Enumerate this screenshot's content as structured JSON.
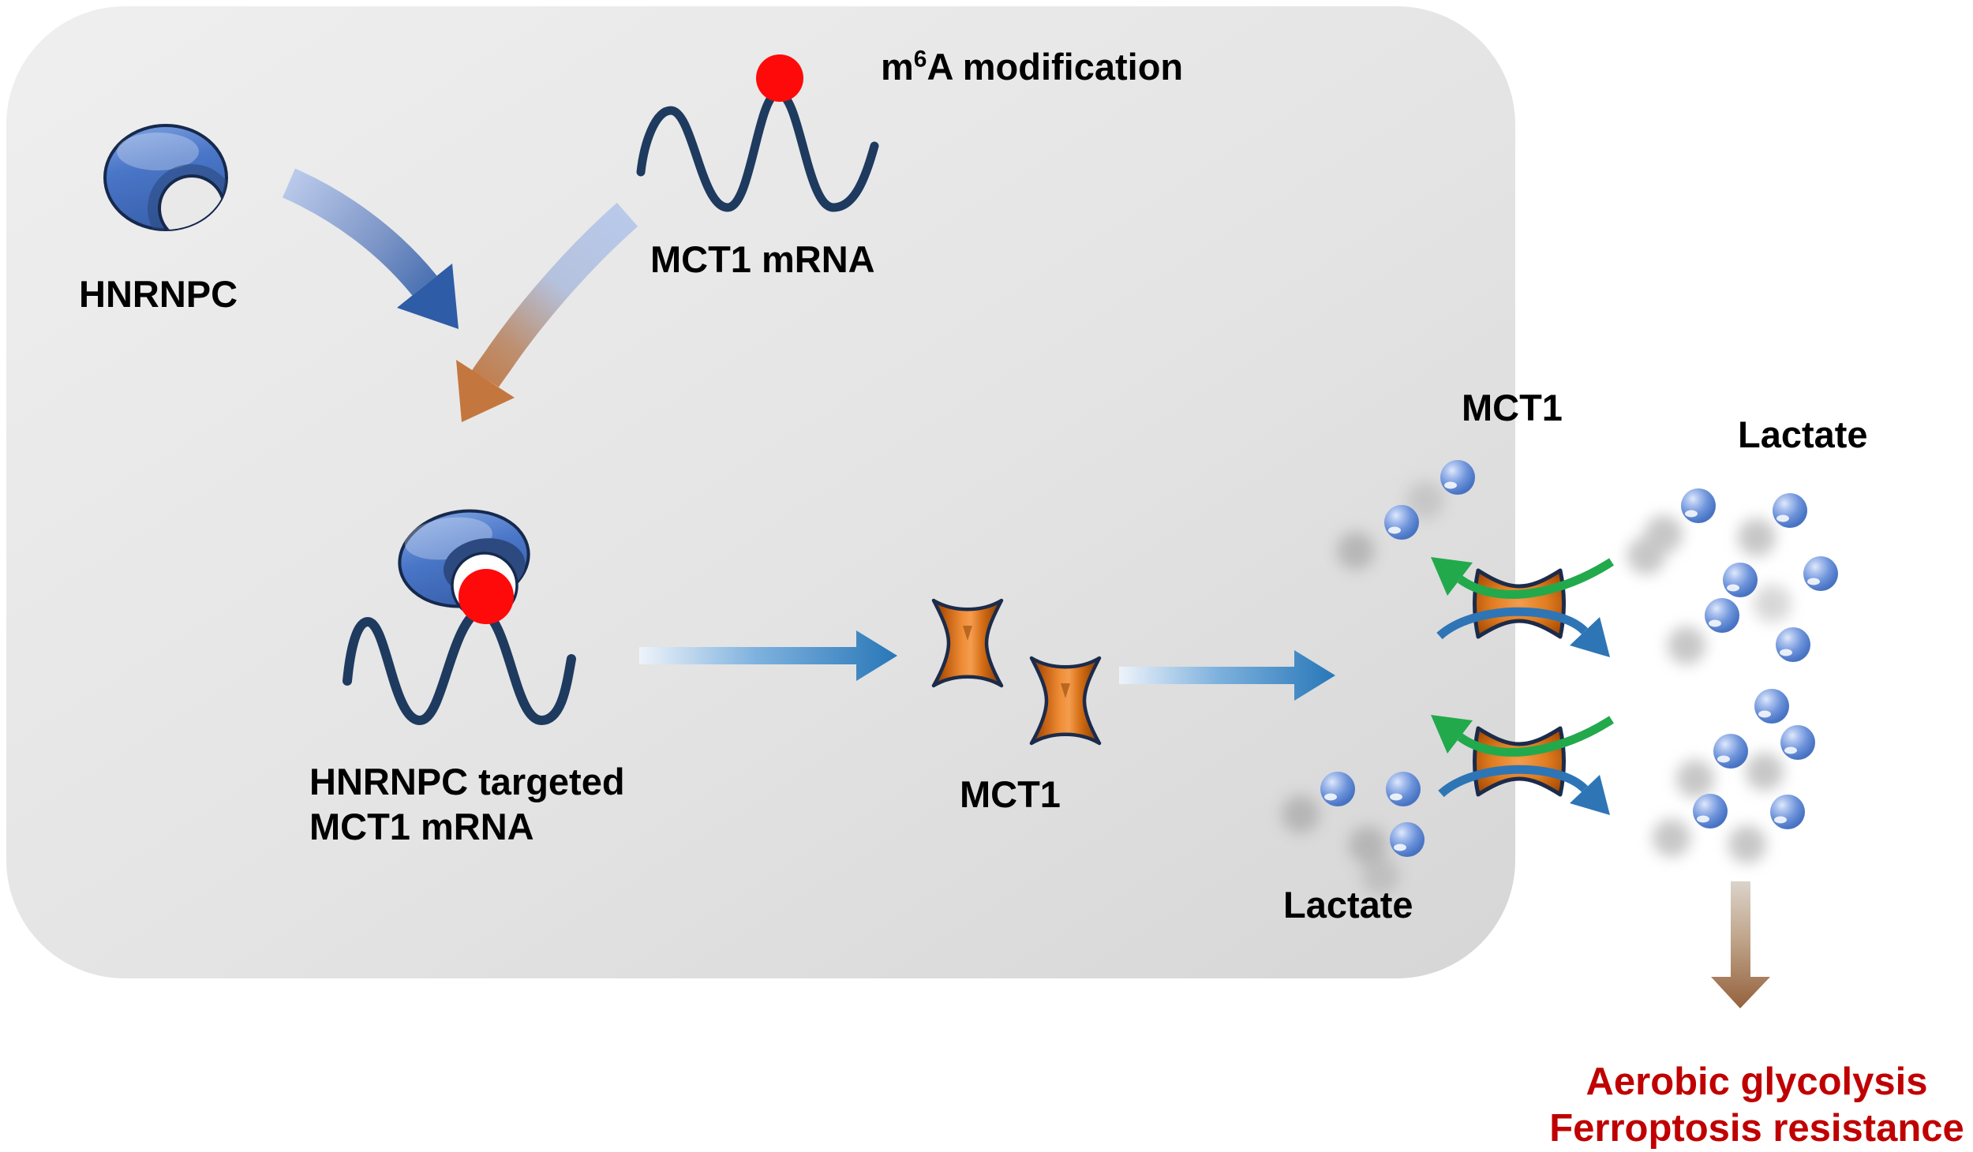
{
  "cell": {
    "name": "cancer-cell",
    "fill_light": "#ededed",
    "fill_dark": "#d8d8d8"
  },
  "labels": {
    "hnrnpc": "HNRNPC",
    "m6a_base": "m",
    "m6a_sup": "6",
    "m6a_rest": "A modification",
    "mct1_mrna": "MCT1 mRNA",
    "complex_line1": "HNRNPC targeted",
    "complex_line2": "MCT1 mRNA",
    "mct1_protein": "MCT1",
    "mct1_membrane": "MCT1",
    "lactate_inside": "Lactate",
    "lactate_outside": "Lactate",
    "outcome_line1": "Aerobic glycolysis",
    "outcome_line2": "Ferroptosis resistance"
  },
  "colors": {
    "label_text": "#000000",
    "outcome_text": "#c00000",
    "mrna_strand": "#1e3a5f",
    "m6a_dot": "#fe0a0a",
    "protein_blue": "#4a76c8",
    "transporter_orange": "#d4671a",
    "transporter_outline": "#1c2b4a",
    "influx_arrow_green": "#22a94c",
    "efflux_arrow_blue": "#2e75b6",
    "process_arrow_blue": "#2877b8",
    "merge_arrow_brown": "#c4763f",
    "merge_arrow_lightblue": "#b9c9ea",
    "outcome_arrow_brown": "#95613d",
    "lactate_blue": "#4a7ace",
    "lactate_faded_gray": "#a2a2a2"
  },
  "shapes": [
    {
      "name": "cancer-cell-body",
      "kind": "rounded-rect"
    },
    {
      "name": "hnrnpc-protein-icon",
      "kind": "blue-crescent"
    },
    {
      "name": "m6a-dot-icon",
      "kind": "red-circle"
    },
    {
      "name": "mrna-wave-icon",
      "kind": "navy-sine-strand"
    },
    {
      "name": "hnrnpc-bound-dome-icon",
      "kind": "blue-dome"
    },
    {
      "name": "mct1-hourglass-icon",
      "kind": "orange-hourglass"
    },
    {
      "name": "mct1-membrane-channel-icon",
      "kind": "orange-bowtie"
    },
    {
      "name": "lactate-molecule-icon",
      "kind": "blue-sphere"
    },
    {
      "name": "lactate-faded-icon",
      "kind": "gray-blurred-sphere"
    }
  ]
}
